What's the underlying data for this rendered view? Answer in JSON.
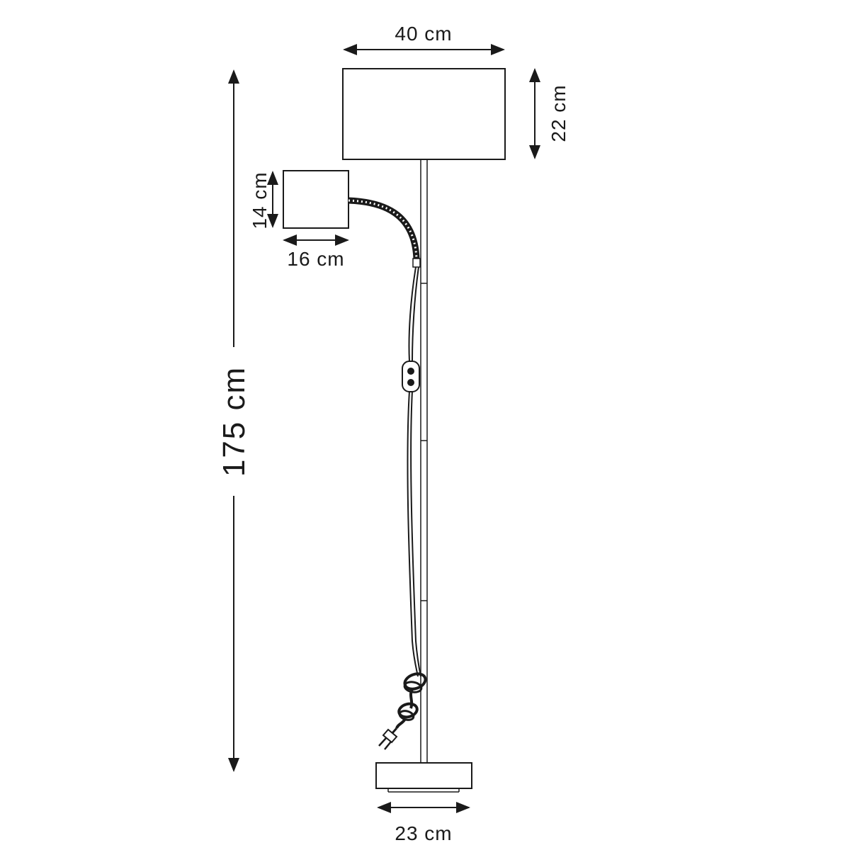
{
  "dimensions": {
    "shade_width": "40 cm",
    "shade_height": "22 cm",
    "reading_shade_height": "14 cm",
    "reading_shade_width": "16 cm",
    "total_height": "175 cm",
    "base_width": "23 cm"
  },
  "colors": {
    "line": "#1a1a1a",
    "background": "#ffffff"
  }
}
